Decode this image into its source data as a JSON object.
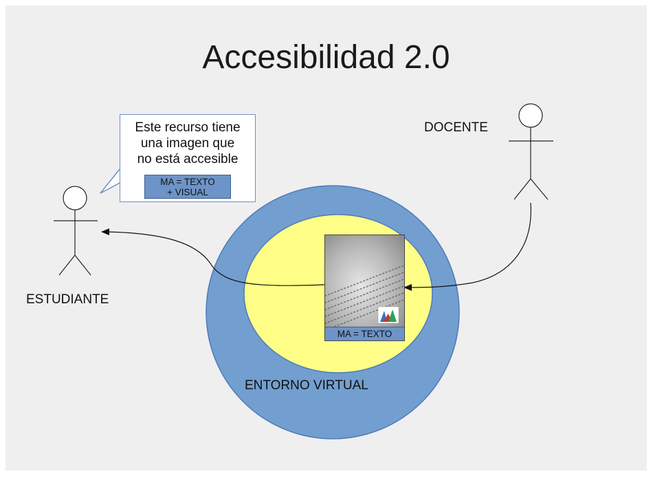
{
  "title": "Accesibilidad 2.0",
  "actors": {
    "estudiante": "ESTUDIANTE",
    "docente": "DOCENTE"
  },
  "bubble": {
    "lines": [
      "Este recurso tiene",
      "una imagen que",
      "no está accesible"
    ],
    "badge_lines": [
      "MA = TEXTO",
      "+ VISUAL"
    ]
  },
  "resource": {
    "label": "MA = TEXTO"
  },
  "environment_label": "ENTORNO VIRTUAL",
  "colors": {
    "background": "#efefef",
    "outer_circle": "#729fcf",
    "inner_ellipse": "#ffff88",
    "badge": "#6d94c8"
  }
}
